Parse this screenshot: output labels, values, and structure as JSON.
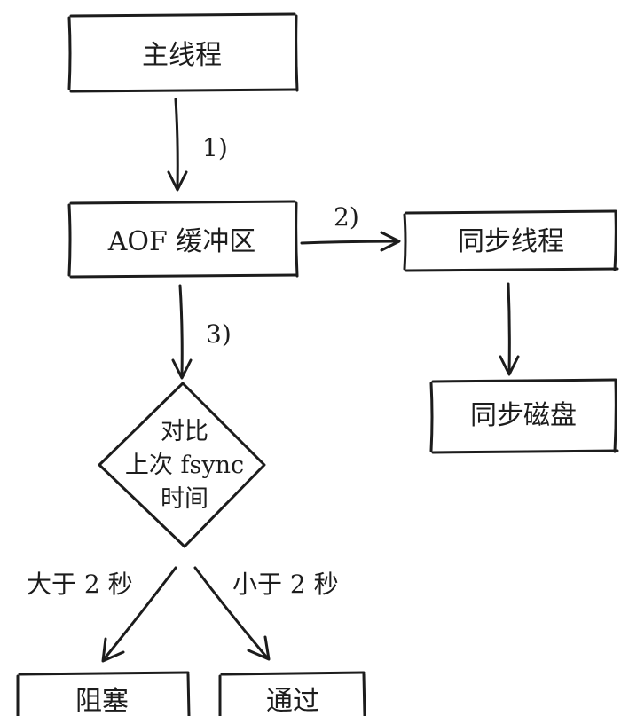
{
  "diagram": {
    "nodes": {
      "main_thread": "主线程",
      "aof_buffer": "AOF 缓冲区",
      "sync_thread": "同步线程",
      "sync_disk": "同步磁盘",
      "compare": {
        "line1": "对比",
        "line2": "上次 fsync",
        "line3": "时间"
      },
      "block": "阻塞",
      "pass": "通过"
    },
    "edges": {
      "step1": "1)",
      "step2": "2)",
      "step3": "3)",
      "greater": "大于 2 秒",
      "less": "小于 2 秒"
    }
  }
}
